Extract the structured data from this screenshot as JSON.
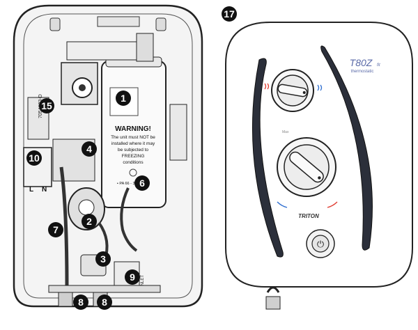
{
  "callouts": [
    "1",
    "2",
    "3",
    "4",
    "6",
    "7",
    "8",
    "8",
    "9",
    "10",
    "15",
    "17"
  ],
  "warning": {
    "title": "WARNING!",
    "line1": "The unit must NOT be",
    "line2": "installed where it may",
    "line3": "be subjected to",
    "line4": "FREEZING",
    "line5": "conditions",
    "footer": "• PA 66 - 30% GF •"
  },
  "cover": {
    "model": "T80Z",
    "model_suffix": "fit",
    "model_sub": "thermostatic",
    "brand": "TRITON",
    "dial_label": "Max",
    "power_symbol": "⏻"
  },
  "small_labels": {
    "part_no": "7054623-D",
    "terminal_l": "L",
    "terminal_n": "N",
    "inlet": "INLET"
  }
}
